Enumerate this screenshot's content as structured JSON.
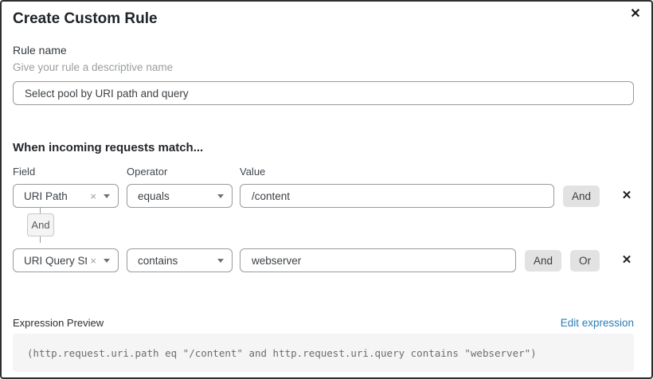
{
  "dialog": {
    "title": "Create Custom Rule"
  },
  "icons": {
    "close": "✕",
    "clear": "×",
    "remove": "✕"
  },
  "rule_name": {
    "label": "Rule name",
    "hint": "Give your rule a descriptive name",
    "value": "Select pool by URI path and query"
  },
  "matcher": {
    "heading": "When incoming requests match...",
    "columns": {
      "field": "Field",
      "operator": "Operator",
      "value": "Value"
    },
    "connector_label": "And",
    "rows": [
      {
        "field": "URI Path",
        "operator": "equals",
        "value": "/content",
        "buttons": [
          "And"
        ]
      },
      {
        "field": "URI Query St...",
        "operator": "contains",
        "value": "webserver",
        "buttons": [
          "And",
          "Or"
        ]
      }
    ]
  },
  "expression": {
    "label": "Expression Preview",
    "edit_link": "Edit expression",
    "code": "(http.request.uri.path eq \"/content\" and http.request.uri.query contains \"webserver\")"
  },
  "colors": {
    "link_blue": "#2c7db8",
    "button_gray": "#e2e2e2",
    "code_background": "#f5f5f5",
    "input_border": "#9a9a9a",
    "dialog_border": "#2e2e2e"
  }
}
